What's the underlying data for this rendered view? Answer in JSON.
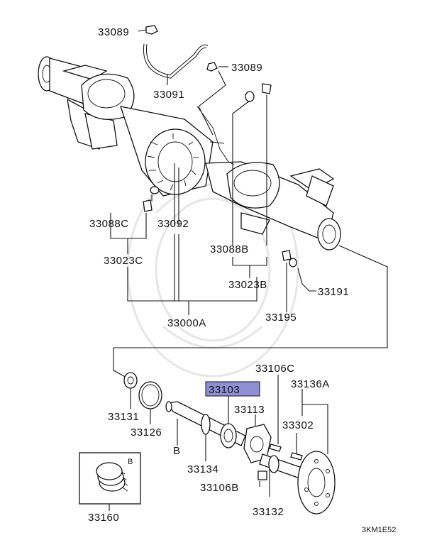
{
  "diagram_title": "",
  "figure_code": "3KM1E52",
  "highlight_color": "#8f8fd6",
  "labels": {
    "p33089_top": "33089",
    "p33091": "33091",
    "p33089_right": "33089",
    "p33088C": "33088C",
    "p33092": "33092",
    "p33088B": "33088B",
    "p33023C": "33023C",
    "p33023B": "33023B",
    "p33191": "33191",
    "p33195": "33195",
    "p33000A": "33000A",
    "p33106C": "33106C",
    "p33103": "33103",
    "p33136A": "33136A",
    "p33113": "33113",
    "p33131": "33131",
    "p33302": "33302",
    "p33126": "33126",
    "p33134": "33134",
    "p33106B": "33106B",
    "p33132": "33132",
    "p33160": "33160",
    "ref_b_shaft": "B",
    "ref_b_box": "B"
  }
}
